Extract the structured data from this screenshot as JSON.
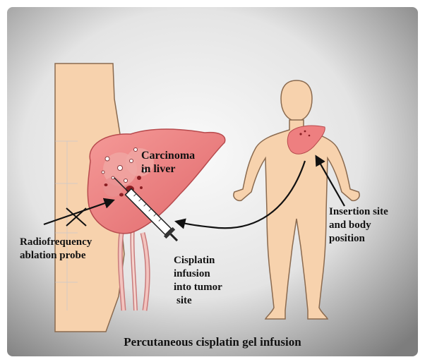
{
  "labels": {
    "carcinoma_line1": "Carcinoma",
    "carcinoma_line2": "in liver",
    "probe_line1": "Radiofrequency",
    "probe_line2": "ablation probe",
    "infusion_line1": "Cisplatin",
    "infusion_line2": "infusion",
    "infusion_line3": "into tumor",
    "infusion_line4": "site",
    "insertion_line1": "Insertion site",
    "insertion_line2": "and body",
    "insertion_line3": "position",
    "caption": "Percutaneous cisplatin gel infusion"
  },
  "colors": {
    "skin": "#f7d2ad",
    "skin_outline": "#8a6a4f",
    "liver": "#ee7f80",
    "liver_dark": "#c84f52",
    "frame_light": "#f3f3f3",
    "frame_dark": "#7a7a7a",
    "arrow": "#111111"
  }
}
